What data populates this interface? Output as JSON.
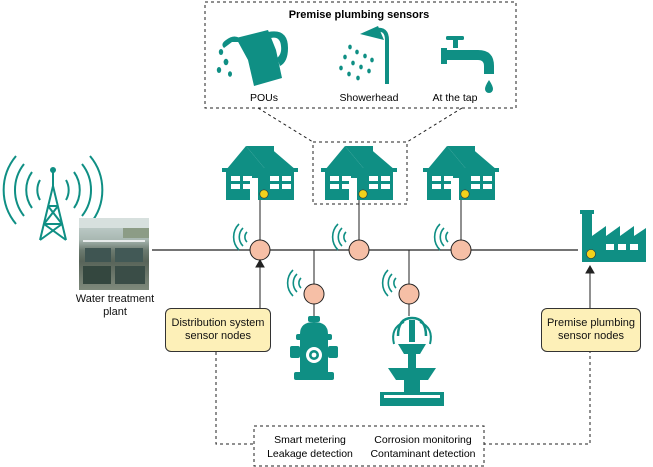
{
  "premise_panel": {
    "title": "Premise plumbing sensors",
    "items": [
      {
        "label": "POUs",
        "icon": "pitcher-icon"
      },
      {
        "label": "Showerhead",
        "icon": "showerhead-icon"
      },
      {
        "label": "At the tap",
        "icon": "faucet-icon"
      }
    ]
  },
  "water_plant": {
    "line1": "Water treatment",
    "line2": "plant"
  },
  "distribution_box": {
    "line1": "Distribution system",
    "line2": "sensor nodes"
  },
  "premise_box": {
    "line1": "Premise plumbing",
    "line2": "sensor nodes"
  },
  "functions": {
    "col1": [
      "Smart metering",
      "Leakage detection"
    ],
    "col2": [
      "Corrosion monitoring",
      "Contaminant detection"
    ]
  },
  "colors": {
    "teal": "#0f8f84",
    "node_fill": "#f6bfa6",
    "box_fill": "#fdf0b8",
    "window_yellow": "#f2d21c"
  }
}
